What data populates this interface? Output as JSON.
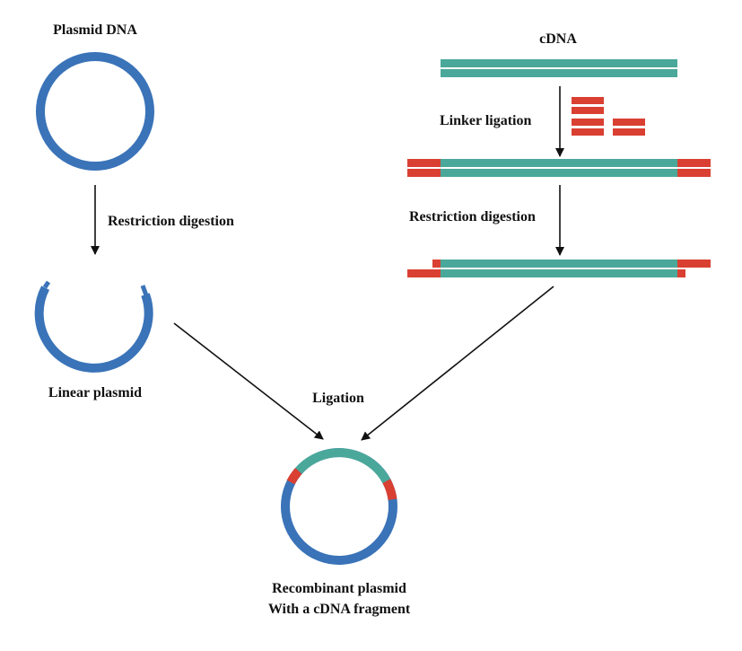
{
  "labels": {
    "plasmid_dna": "Plasmid DNA",
    "cdna": "cDNA",
    "linker_ligation": "Linker ligation",
    "restriction_digestion_left": "Restriction digestion",
    "restriction_digestion_right": "Restriction digestion",
    "linear_plasmid": "Linear plasmid",
    "ligation": "Ligation",
    "recombinant_line1": "Recombinant plasmid",
    "recombinant_line2": "With a cDNA fragment"
  },
  "colors": {
    "plasmid": "#3a73b8",
    "cdna": "#4aa89a",
    "linker": "#d94032",
    "arrow": "#111111"
  }
}
